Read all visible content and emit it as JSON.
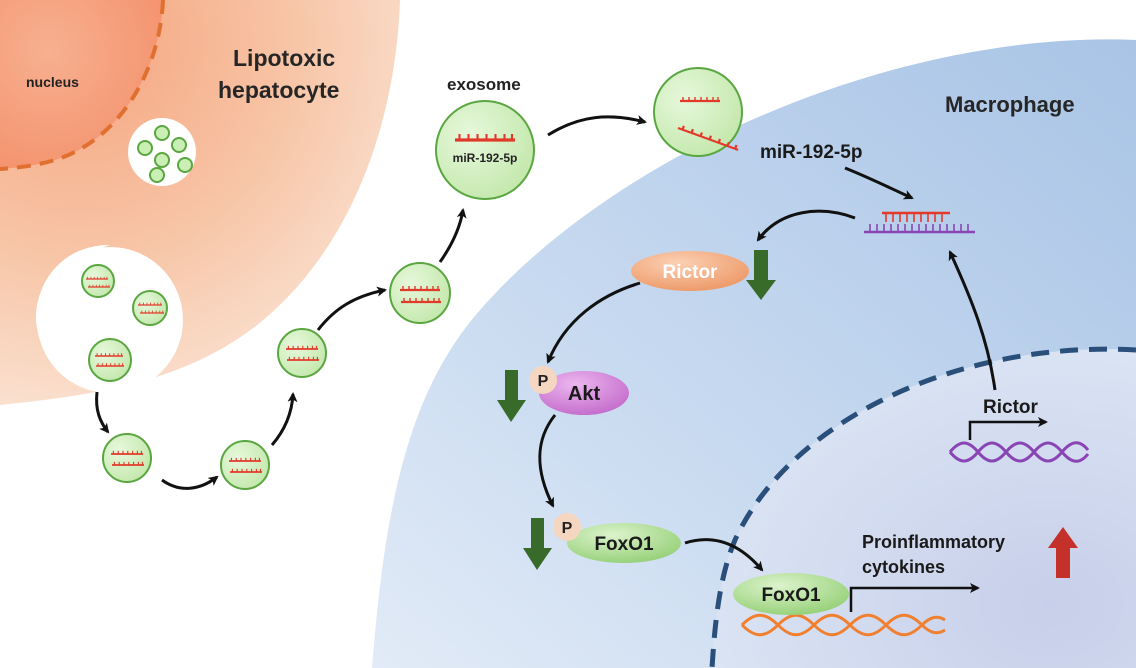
{
  "labels": {
    "nucleus": "nucleus",
    "cell_title_line1": "Lipotoxic",
    "cell_title_line2": "hepatocyte",
    "exosome": "exosome",
    "exosome_mirna": "miR-192-5p",
    "macrophage": "Macrophage",
    "mirna": "miR-192-5p",
    "rictor_protein": "Rictor",
    "akt": "Akt",
    "phospho_akt": "P",
    "foxo1_cyto": "FoxO1",
    "phospho_foxo1": "P",
    "rictor_gene": "Rictor",
    "foxo1_nuclear": "FoxO1",
    "cytokines_line1": "Proinflammatory",
    "cytokines_line2": "cytokines"
  },
  "colors": {
    "hepatocyte": "#f6c4a6",
    "macrophage": "#c3d6ee",
    "nucleus_border": "#e07030",
    "macrophage_nucleus_border": "#294f7a",
    "vesicle_fill": "#cfeebb",
    "vesicle_border": "#5aa640",
    "mirna": "#e23a2a",
    "mrna": "#8a45b5",
    "rictor": "#f0a070",
    "akt": "#c874d0",
    "foxo1": "#a5d88a",
    "phospho": "#f5d6c0",
    "down_arrow": "#386a2a",
    "up_arrow": "#c3312a",
    "dna_orange": "#f08030",
    "dna_purple": "#8a45b5"
  },
  "indicators": {
    "rictor_level": "down",
    "p_akt_level": "down",
    "p_foxo1_level": "down",
    "cytokines_level": "up"
  }
}
